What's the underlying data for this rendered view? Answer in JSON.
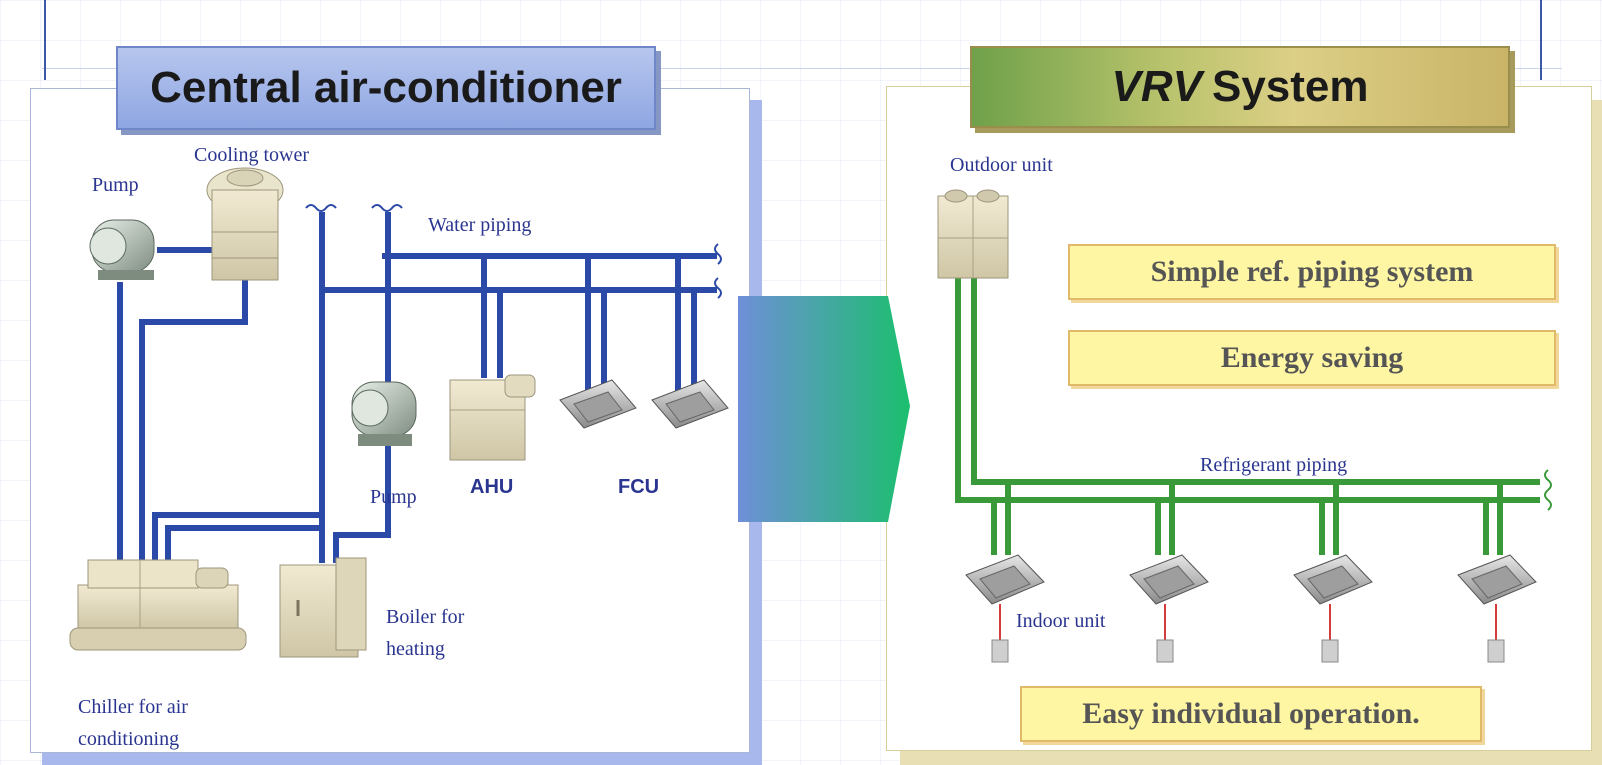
{
  "left_panel": {
    "title": "Central air-conditioner",
    "labels": {
      "cooling_tower": "Cooling tower",
      "pump_top": "Pump",
      "water_piping": "Water piping",
      "pump_mid": "Pump",
      "ahu": "AHU",
      "fcu": "FCU",
      "boiler_line1": "Boiler for",
      "boiler_line2": "heating",
      "chiller_line1": "Chiller for air",
      "chiller_line2": "conditioning"
    }
  },
  "right_panel": {
    "title_italic": "VRV",
    "title_rest": "System",
    "labels": {
      "outdoor_unit": "Outdoor unit",
      "refrigerant_piping": "Refrigerant piping",
      "indoor_unit": "Indoor unit"
    },
    "features": [
      "Simple ref. piping system",
      "Energy saving",
      "Easy individual operation."
    ]
  },
  "colors": {
    "water_pipe": "#2b4aa8",
    "refrigerant_pipe": "#3a9a3a",
    "left_accent": "#8ea6e2",
    "right_accent": "#c2b96a",
    "feature_fill": "#fff6a3",
    "arrow_start": "#6f8fd8",
    "arrow_end": "#1bbf6e"
  }
}
